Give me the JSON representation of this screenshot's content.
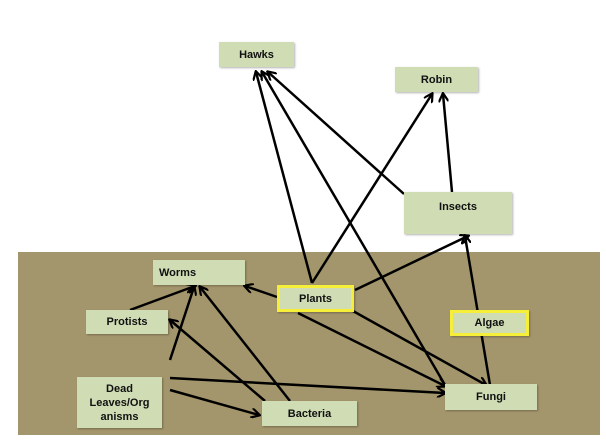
{
  "title": "Food web diagram",
  "nodes": {
    "hawks": "Hawks",
    "robin": "Robin",
    "insects": "Insects",
    "worms": "Worms",
    "plants": "Plants",
    "protists": "Protists",
    "algae": "Algae",
    "dead_leaves": "Dead Leaves/Org anisms",
    "bacteria": "Bacteria",
    "fungi": "Fungi"
  },
  "colors": {
    "ground": "#a4966c",
    "node": "#cfdcb4",
    "highlight": "#f6ef3a"
  }
}
